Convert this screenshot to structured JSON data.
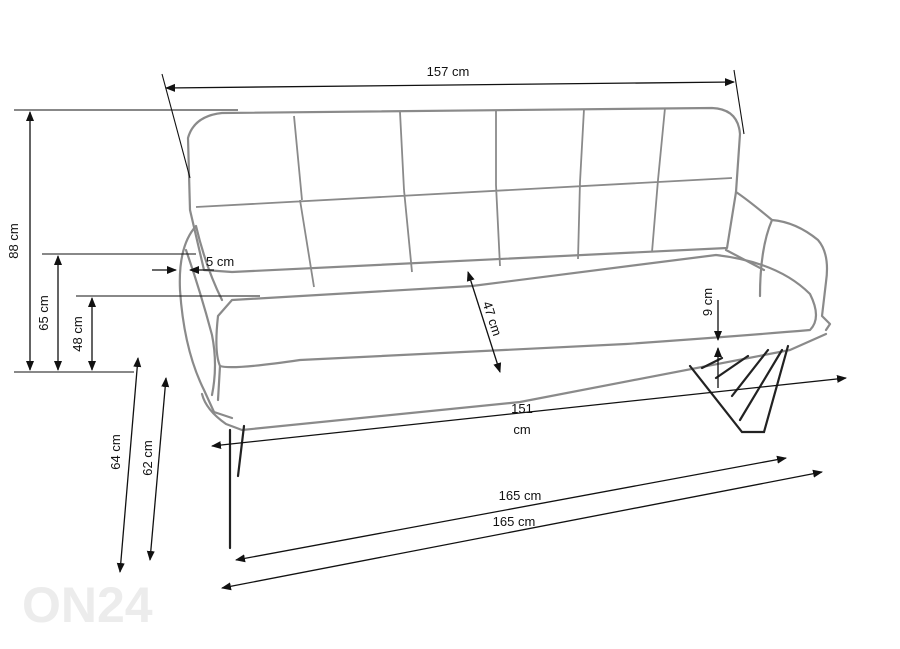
{
  "dimensions": {
    "width_top": "157 cm",
    "height_total": "88 cm",
    "height_armrest": "65 cm",
    "height_seat": "48 cm",
    "arm_offset": "5 cm",
    "seat_depth": "47 cm",
    "cushion_thickness": "9 cm",
    "seat_width_value": "151",
    "seat_width_unit": "cm",
    "length_front": "165 cm",
    "length_base": "165 cm",
    "depth_total": "64 cm",
    "depth_legs": "62 cm"
  },
  "watermark": "ON24"
}
